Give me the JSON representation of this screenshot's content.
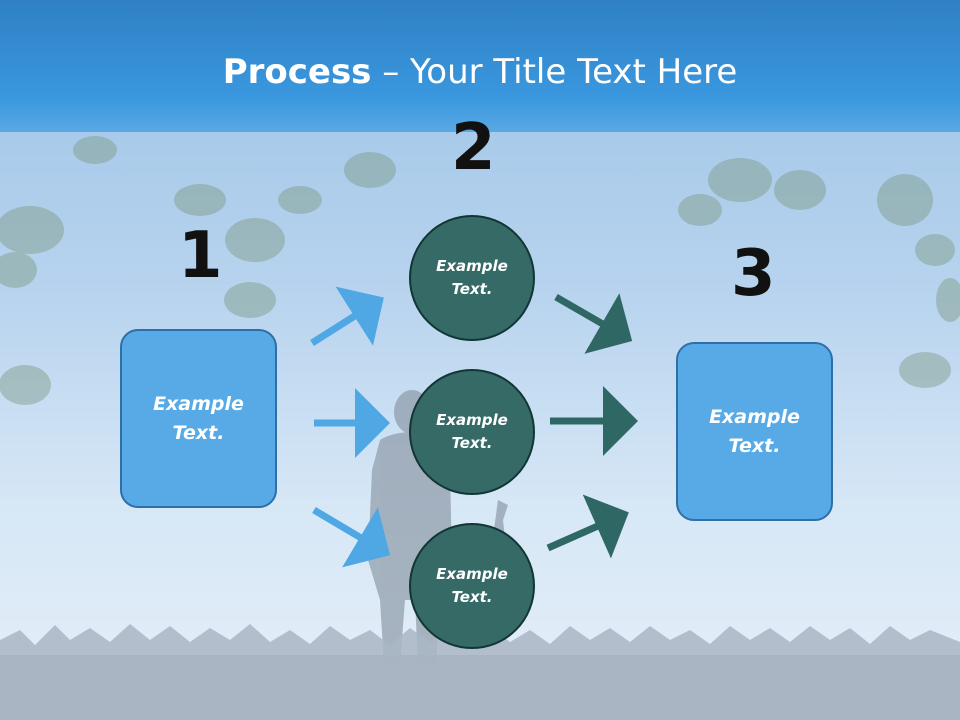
{
  "title": {
    "bold": "Process",
    "rest": " – Your Title Text Here"
  },
  "steps": [
    {
      "number": "1",
      "text": "Example Text."
    },
    {
      "number": "2",
      "items": [
        "Example Text.",
        "Example Text.",
        "Example Text."
      ]
    },
    {
      "number": "3",
      "text": "Example Text."
    }
  ],
  "colors": {
    "header": "#3a98df",
    "box_fill": "#57aae6",
    "circle_fill": "#356a66",
    "arrow_light": "#4fa7e3",
    "arrow_dark": "#2f6764"
  }
}
